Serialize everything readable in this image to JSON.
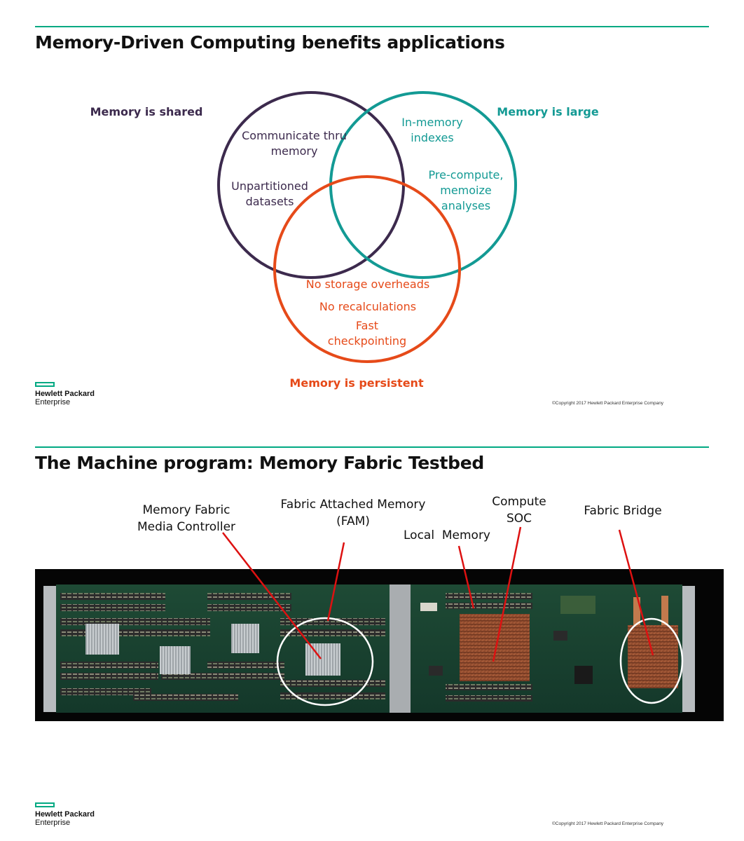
{
  "slide1": {
    "title": "Memory-Driven Computing benefits applications",
    "shared_heading": "Memory is shared",
    "large_heading": "Memory is large",
    "persistent_heading": "Memory is persistent",
    "shared_items": [
      "Communicate thru\nmemory",
      "Unpartitioned\ndatasets"
    ],
    "large_items": [
      "In-memory\nindexes",
      "Pre-compute,\nmemoize\nanalyses"
    ],
    "persistent_items": [
      "No storage overheads",
      "No recalculations",
      "Fast\ncheckpointing"
    ],
    "colors": {
      "shared": "#3c2a4d",
      "large": "#139a94",
      "persistent": "#e64a19",
      "accent": "#01a982"
    },
    "logo_line1": "Hewlett Packard",
    "logo_line2": "Enterprise",
    "copyright": "©Copyright 2017 Hewlett Packard Enterprise Company"
  },
  "slide2": {
    "title": "The Machine program: Memory Fabric Testbed",
    "labels": {
      "media_controller": "Memory Fabric\nMedia Controller",
      "fam": "Fabric Attached Memory\n(FAM)",
      "compute_soc": "Compute\nSOC",
      "local_memory": "Local  Memory",
      "fabric_bridge": "Fabric Bridge"
    },
    "logo_line1": "Hewlett Packard",
    "logo_line2": "Enterprise",
    "copyright": "©Copyright 2017 Hewlett Packard Enterprise Company",
    "photo_icon": "server-board-photo"
  }
}
